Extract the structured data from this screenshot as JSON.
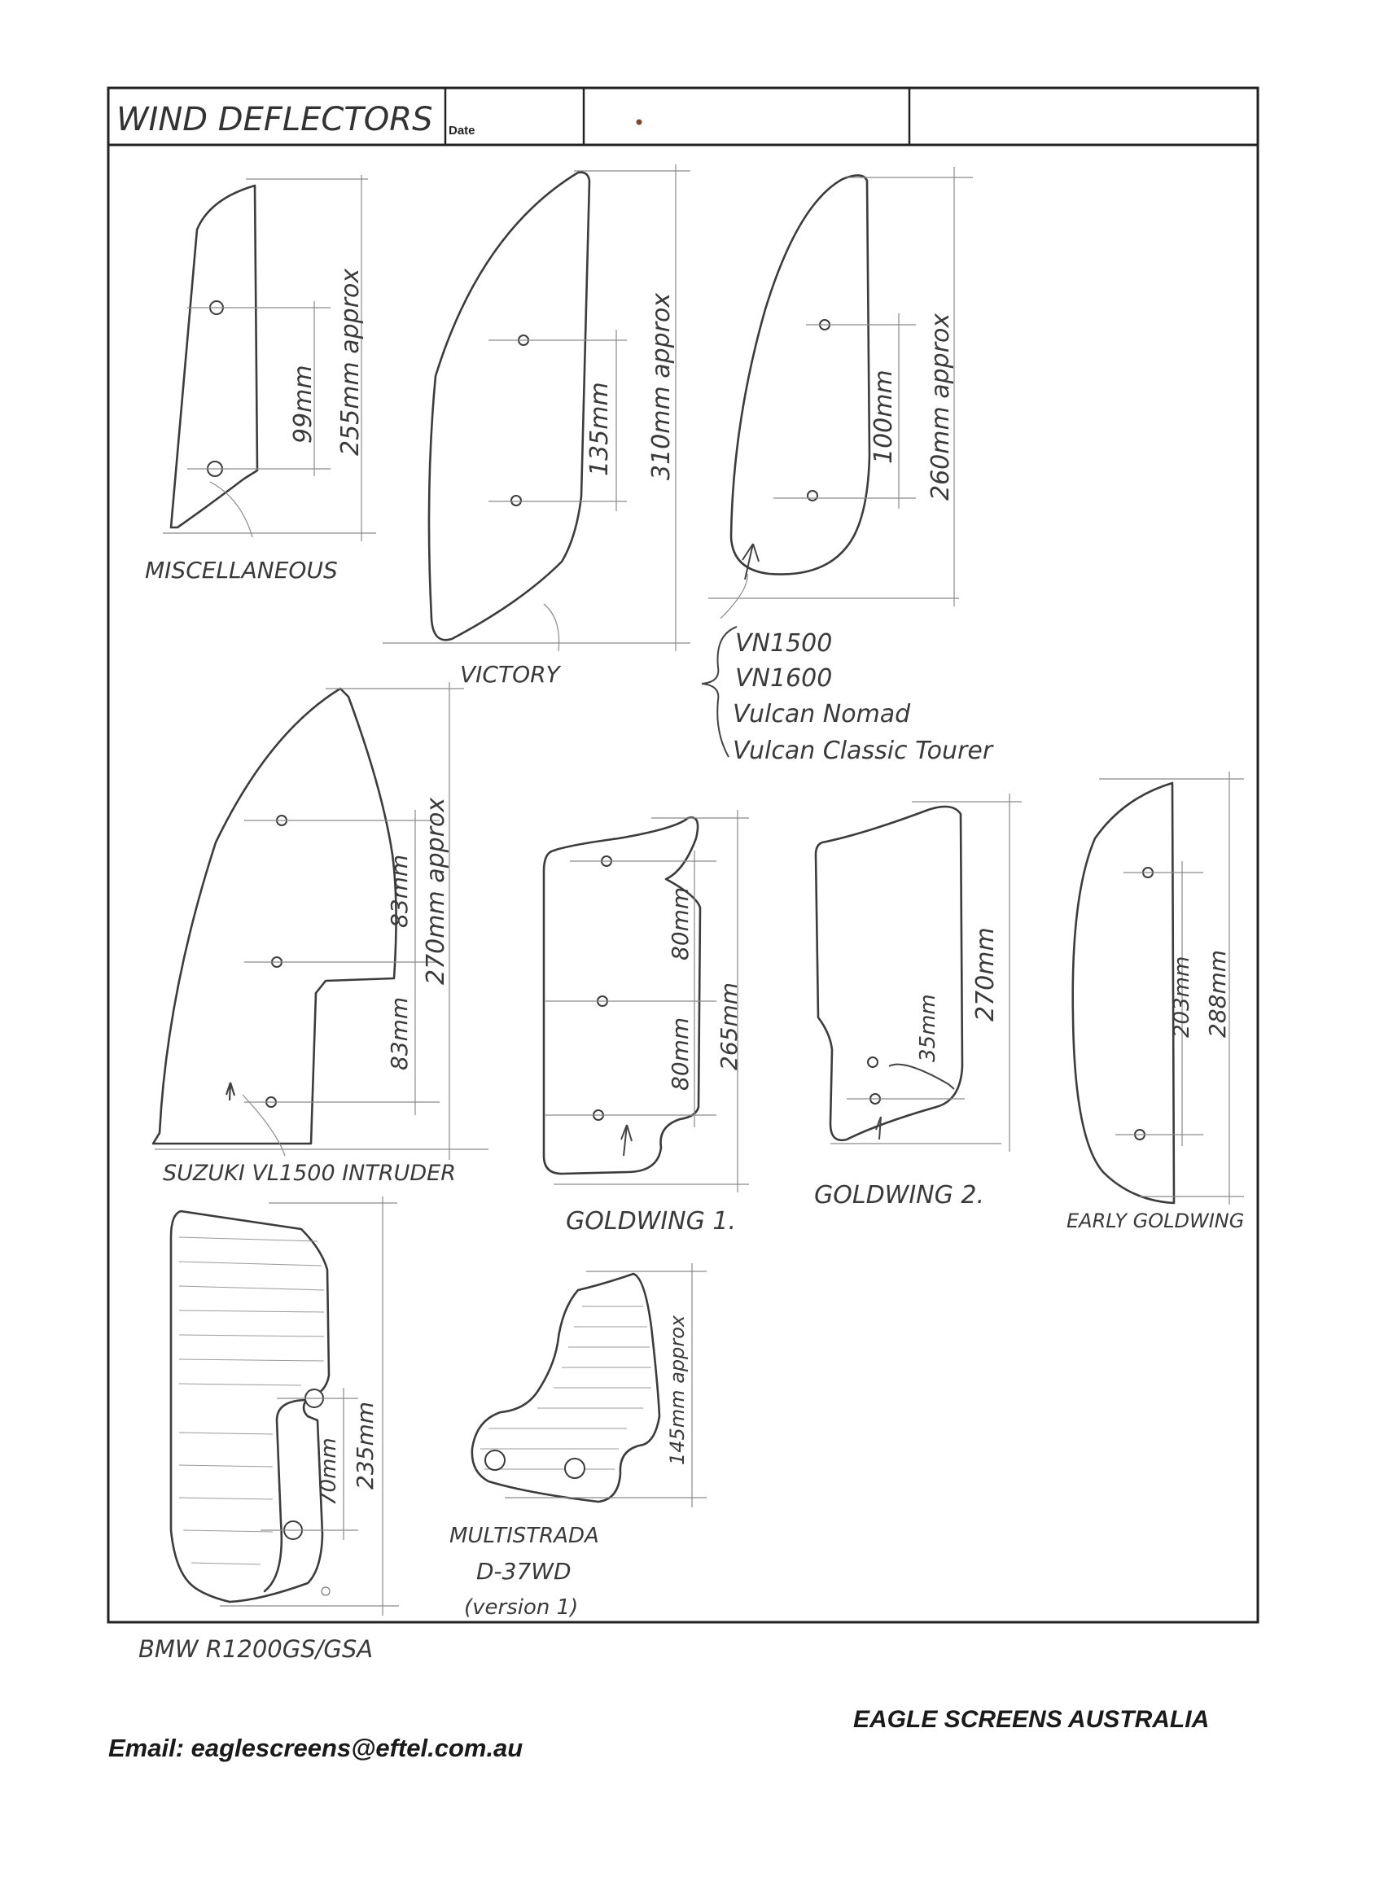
{
  "header": {
    "title": "WIND DEFLECTORS",
    "date_label": "Date"
  },
  "drawings": [
    {
      "id": "misc",
      "label": "MISCELLANEOUS",
      "dims": [
        "99mm",
        "255mm approx"
      ]
    },
    {
      "id": "victory",
      "label": "VICTORY",
      "dims": [
        "135mm",
        "310mm approx"
      ]
    },
    {
      "id": "vulcan",
      "label_lines": [
        "VN1500",
        "VN1600",
        "Vulcan Nomad",
        "Vulcan Classic Tourer"
      ],
      "dims": [
        "100mm",
        "260mm approx"
      ]
    },
    {
      "id": "suzuki",
      "label": "SUZUKI VL1500 INTRUDER",
      "dims": [
        "83mm",
        "83mm",
        "270mm approx"
      ]
    },
    {
      "id": "goldwing1",
      "label": "GOLDWING 1.",
      "dims": [
        "80mm",
        "80mm",
        "265mm"
      ]
    },
    {
      "id": "goldwing2",
      "label": "GOLDWING 2.",
      "dims": [
        "35mm",
        "270mm"
      ]
    },
    {
      "id": "early",
      "label": "EARLY GOLDWING",
      "dims": [
        "203mm",
        "288mm"
      ]
    },
    {
      "id": "bmw",
      "label": "BMW R1200GS/GSA",
      "dims": [
        "70mm",
        "235mm"
      ]
    },
    {
      "id": "multistrada",
      "label_lines": [
        "MULTISTRADA",
        "D-37WD",
        "(version 1)"
      ],
      "dims": [
        "145mm approx"
      ]
    }
  ],
  "footer": {
    "company": "EAGLE SCREENS AUSTRALIA",
    "email": "Email: eaglescreens@eftel.com.au"
  }
}
